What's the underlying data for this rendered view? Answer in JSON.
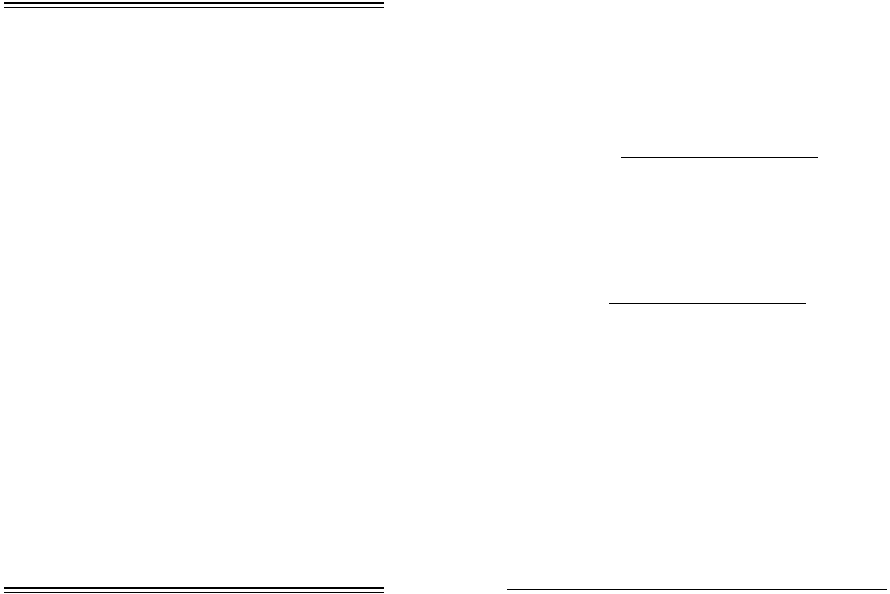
{
  "spread": {
    "left_page": {
      "header_rule": "double",
      "footer_rule": "double"
    },
    "right_page": {
      "footer_rule": "single",
      "fill_in_blanks": 2
    }
  },
  "colors": {
    "paper": "#ffffff",
    "ink": "#000000"
  }
}
